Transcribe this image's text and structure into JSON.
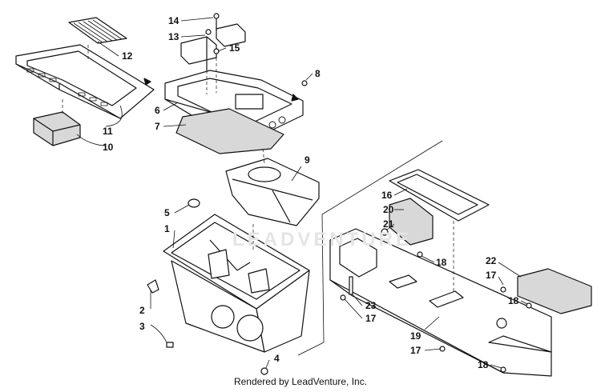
{
  "callouts": [
    {
      "n": "1"
    },
    {
      "n": "2"
    },
    {
      "n": "3"
    },
    {
      "n": "4"
    },
    {
      "n": "5"
    },
    {
      "n": "6"
    },
    {
      "n": "7"
    },
    {
      "n": "8"
    },
    {
      "n": "9"
    },
    {
      "n": "10"
    },
    {
      "n": "11"
    },
    {
      "n": "12"
    },
    {
      "n": "13"
    },
    {
      "n": "14"
    },
    {
      "n": "15"
    },
    {
      "n": "16"
    },
    {
      "n": "17"
    },
    {
      "n": "17"
    },
    {
      "n": "17"
    },
    {
      "n": "18"
    },
    {
      "n": "18"
    },
    {
      "n": "18"
    },
    {
      "n": "19"
    },
    {
      "n": "20"
    },
    {
      "n": "21"
    },
    {
      "n": "22"
    },
    {
      "n": "23"
    }
  ],
  "watermark": "LEADVENTURE",
  "footer": "Rendered by LeadVenture, Inc."
}
